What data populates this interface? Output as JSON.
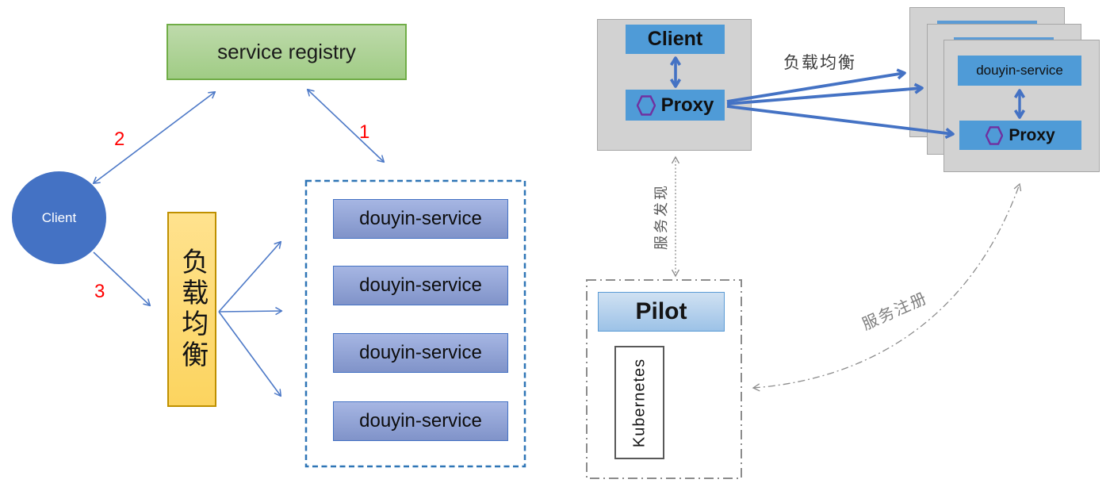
{
  "left": {
    "registry_label": "service registry",
    "client_label": "Client",
    "load_balance_label": "负载均衡",
    "step1": "1",
    "step2": "2",
    "step3": "3",
    "services": [
      "douyin-service",
      "douyin-service",
      "douyin-service",
      "douyin-service"
    ]
  },
  "right": {
    "client_label": "Client",
    "proxy_label": "Proxy",
    "load_balance_label": "负载均衡",
    "service_label": "douyin-service",
    "remote_proxy_label": "Proxy",
    "service_discovery_label": "服务发现",
    "service_registration_label": "服务注册",
    "pilot_label": "Pilot",
    "kubernetes_label": "Kubernetes"
  },
  "colors": {
    "accent_blue": "#4472c4",
    "chip_blue": "#4f9bd7",
    "registry_green_fill": "#a9d18e",
    "registry_green_border": "#70ad47",
    "lb_yellow_fill": "#ffd966",
    "lb_yellow_border": "#bf9000",
    "service_fill": "#8fa3d8",
    "service_border": "#4472c4",
    "panel_gray_fill": "#d2d2d2",
    "panel_gray_border": "#a6a6a6",
    "dashed_container_blue": "#2e75b6",
    "connector_gray": "#8c8c8c",
    "hexagon_purple": "#7030a0",
    "step_red": "#ff0000",
    "pilot_fill": "#9cc2e7"
  }
}
